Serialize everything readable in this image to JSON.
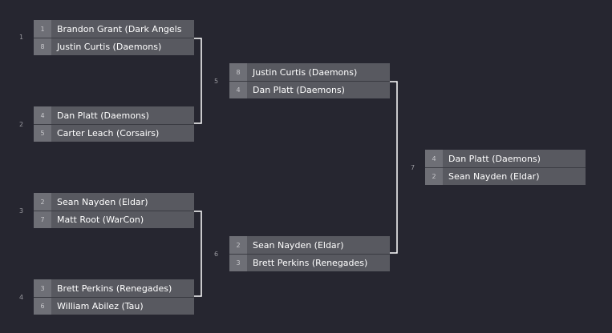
{
  "bracket": {
    "round1": [
      {
        "number": "1",
        "teams": [
          {
            "seed": "1",
            "name": "Brandon Grant (Dark Angels"
          },
          {
            "seed": "8",
            "name": "Justin Curtis (Daemons)"
          }
        ]
      },
      {
        "number": "2",
        "teams": [
          {
            "seed": "4",
            "name": "Dan Platt (Daemons)"
          },
          {
            "seed": "5",
            "name": "Carter Leach (Corsairs)"
          }
        ]
      },
      {
        "number": "3",
        "teams": [
          {
            "seed": "2",
            "name": "Sean Nayden (Eldar)"
          },
          {
            "seed": "7",
            "name": "Matt Root (WarCon)"
          }
        ]
      },
      {
        "number": "4",
        "teams": [
          {
            "seed": "3",
            "name": "Brett Perkins (Renegades)"
          },
          {
            "seed": "6",
            "name": "William Abilez (Tau)"
          }
        ]
      }
    ],
    "round2": [
      {
        "number": "5",
        "teams": [
          {
            "seed": "8",
            "name": "Justin Curtis (Daemons)"
          },
          {
            "seed": "4",
            "name": "Dan Platt (Daemons)"
          }
        ]
      },
      {
        "number": "6",
        "teams": [
          {
            "seed": "2",
            "name": "Sean Nayden (Eldar)"
          },
          {
            "seed": "3",
            "name": "Brett Perkins (Renegades)"
          }
        ]
      }
    ],
    "final": {
      "number": "7",
      "teams": [
        {
          "seed": "4",
          "name": "Dan Platt (Daemons)"
        },
        {
          "seed": "2",
          "name": "Sean Nayden (Eldar)"
        }
      ]
    }
  },
  "colors": {
    "background": "#262630",
    "team_bg": "#585960",
    "seed_bg": "#6e6f76",
    "connector": "#ffffff"
  }
}
